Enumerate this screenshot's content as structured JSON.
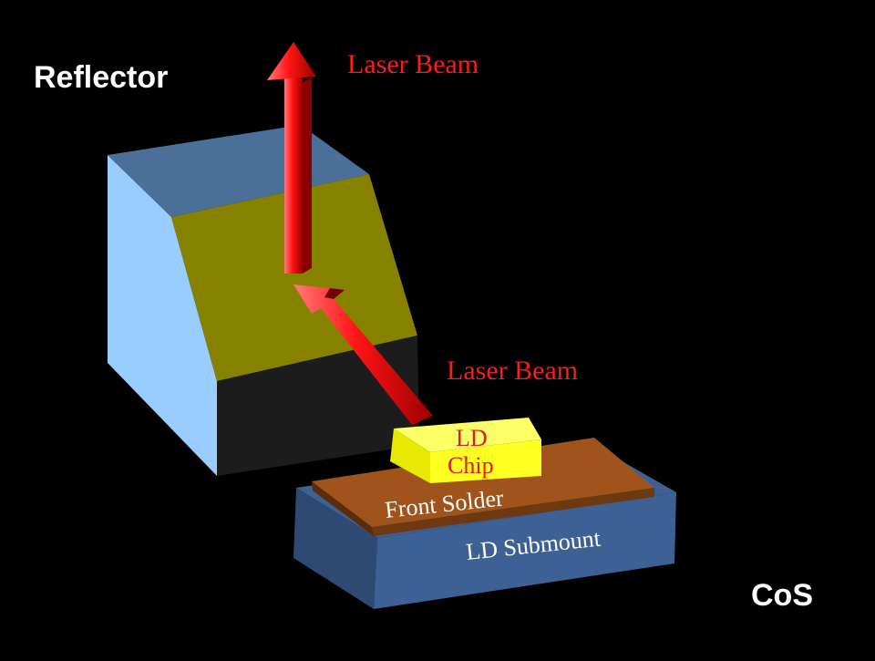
{
  "labels": {
    "reflector": "Reflector",
    "cos": "CoS",
    "laser_beam_top": "Laser Beam",
    "laser_beam_mid": "Laser Beam",
    "ld_chip_line1": "LD",
    "ld_chip_line2": "Chip",
    "front_solder": "Front Solder",
    "ld_submount": "LD Submount"
  },
  "colors": {
    "background": "#000000",
    "reflector_side": "#99ccff",
    "reflector_top": "#4a6f98",
    "reflector_mirror": "#868200",
    "reflector_base": "#1c1c1c",
    "submount": "#3d6194",
    "solder": "#a0541c",
    "chip": "#ffff22",
    "beam": "#ff1414",
    "label_red": "#ff1a1a",
    "label_white": "#ffffff"
  }
}
